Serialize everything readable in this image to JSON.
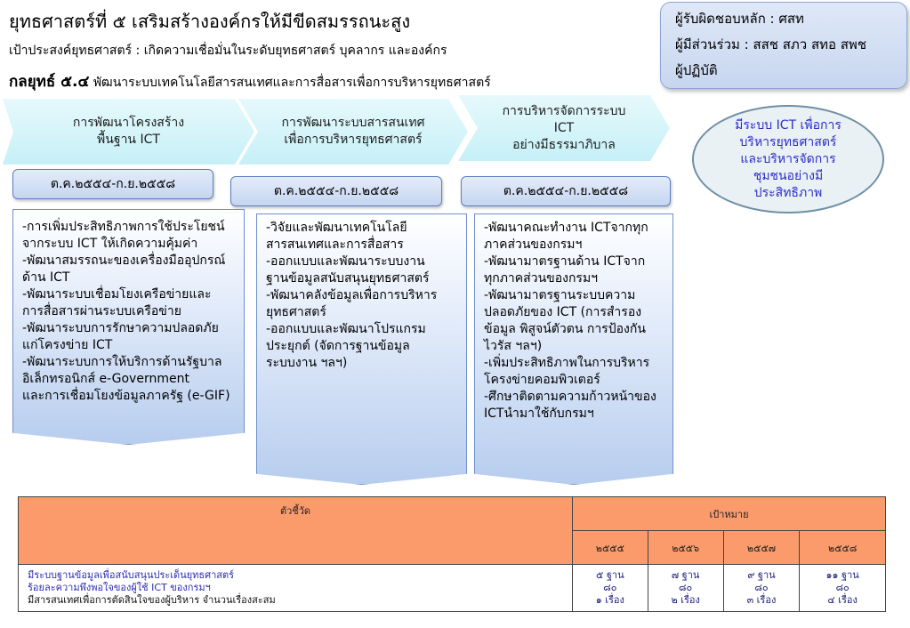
{
  "header": {
    "title": "ยุทธศาสตร์ที่ ๕ เสริมสร้างองค์กรให้มีขีดสมรรถนะสูง",
    "objective": "เป้าประสงค์ยุทธศาสตร์ :  เกิดความเชื่อมั่นในระดับยุทธศาสตร์ บุคลากร และองค์กร",
    "strategy_label": "กลยุทธ์ ๕.๔",
    "strategy_text": " พัฒนาระบบเทคโนโลยีสารสนเทศและการสื่อสารเพื่อการบริหารยุทธศาสตร์"
  },
  "responsibility": {
    "main": "ผู้รับผิดชอบหลัก  : ศสท",
    "participants": "ผู้มีส่วนร่วม  : สสช สภว สทอ สพช",
    "operators": "ผู้ปฏิบัติ"
  },
  "stages": [
    {
      "title": "การพัฒนาโครงสร้าง\nพื้นฐาน ICT",
      "period": "ต.ค.๒๕๕๔-ก.ย.๒๕๕๘",
      "activities": [
        "-การเพิ่มประสิทธิภาพการใช้ประโยชน์",
        "จากระบบ ICT ให้เกิดความคุ้มค่า",
        "-พัฒนาสมรรถนะของเครื่องมืออุปกรณ์",
        "ด้าน ICT",
        "-พัฒนาระบบเชื่อมโยงเครือข่ายและ",
        "การสื่อสารผ่านระบบเครือข่าย",
        "-พัฒนาระบบการรักษาความปลอดภัย",
        "แก่โครงข่าย ICT",
        "-พัฒนาระบบการให้บริการด้านรัฐบาล",
        "อิเล็กทรอนิกส์ e-Government",
        "และการเชื่อมโยงข้อมูลภาครัฐ (e-GIF)"
      ]
    },
    {
      "title": "การพัฒนาระบบสารสนเทศ\nเพื่อการบริหารยุทธศาสตร์",
      "period": "ต.ค.๒๕๕๔-ก.ย.๒๕๕๘",
      "activities": [
        "-วิจัยและพัฒนาเทคโนโลยี",
        "สารสนเทศและการสื่อสาร",
        "-ออกแบบและพัฒนาระบบงาน",
        "ฐานข้อมูลสนับสนุนยุทธศาสตร์",
        "-พัฒนาคลังข้อมูลเพื่อการบริหาร",
        "ยุทธศาสตร์",
        "-ออกแบบและพัฒนาโปรแกรม",
        "ประยุกต์ (จัดการฐานข้อมูล",
        "ระบบงาน ฯลฯ)"
      ]
    },
    {
      "title": "การบริหารจัดการระบบ\nICT\nอย่างมีธรรมาภิบาล",
      "period": "ต.ค.๒๕๕๔-ก.ย.๒๕๕๘",
      "activities": [
        "-พัฒนาคณะทำงาน ICTจากทุก",
        "ภาคส่วนของกรมฯ",
        "-พัฒนามาตรฐานด้าน ICTจาก",
        "ทุกภาคส่วนของกรมฯ",
        "-พัฒนามาตรฐานระบบความ",
        "ปลอดภัยของ ICT (การสำรอง",
        "ข้อมูล พิสูจน์ตัวตน การป้องกัน",
        "ไวรัส ฯลฯ)",
        "-เพิ่มประสิทธิภาพในการบริหาร",
        "โครงข่ายคอมพิวเตอร์",
        "-ศึกษาติดตามความก้าวหน้าของ",
        "ICTนำมาใช้กับกรมฯ"
      ]
    }
  ],
  "goal": "มีระบบ ICT  เพื่อการ\nบริหารยุทธศาสตร์\nและบริหารจัดการ\nชุมชนอย่างมี\nประสิทธิภาพ",
  "kpi": {
    "indicator_header": "ตัวชี้วัด",
    "target_header": "เป้าหมาย",
    "years": [
      "๒๕๕๕",
      "๒๕๕๖",
      "๒๕๕๗",
      "๒๕๕๘"
    ],
    "indicators": [
      "มีระบบฐานข้อมูลเพื่อสนับสนุนประเด็นยุทธศาสตร์",
      "ร้อยละความพึงพอใจของผู้ใช้  ICT ของกรมฯ",
      "มีสารสนเทศเพื่อการตัดสินใจของผู้บริหาร จำนวนเรื่องสะสม"
    ],
    "targets": [
      [
        "๕ ฐาน",
        "๘๐",
        "๑ เรื่อง"
      ],
      [
        "๗ ฐาน",
        "๘๐",
        "๒ เรื่อง"
      ],
      [
        "๙ ฐาน",
        "๘๐",
        "๓ เรื่อง"
      ],
      [
        "๑๑ ฐาน",
        "๘๐",
        "๔ เรื่อง"
      ]
    ]
  }
}
